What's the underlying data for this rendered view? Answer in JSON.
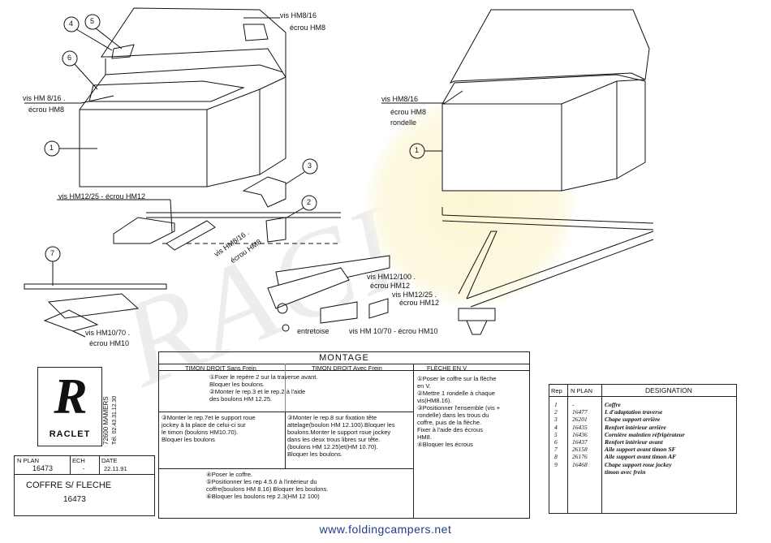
{
  "callouts": {
    "c4": "4",
    "c5": "5",
    "c6": "6",
    "c1a": "1",
    "c3": "3",
    "c2": "2",
    "c7": "7",
    "c1b": "1"
  },
  "labels": {
    "vis_hm8_top": "vis HM8/16",
    "ecrou_hm8_top": "écrou HM8",
    "vis_hm8_left": "vis HM 8/16 .",
    "ecrou_hm8_left": "écrou HM8",
    "vis_hm8_right": "vis HM8/16",
    "ecrou_hm8_right": "écrou HM8",
    "rondelle_right": "rondelle",
    "vis_hm12_25": "vis HM12/25 - écrou HM12",
    "vis_hm8_diag": "vis HM8/16 .",
    "ecrou_hm8_diag": "écrou HM8",
    "vis_hm12_100": "vis HM12/100 .",
    "ecrou_hm12_a": "écrou HM12",
    "vis_hm12_25b": "vis HM12/25 .",
    "ecrou_hm12_b": "écrou HM12",
    "entretoise": "entretoise",
    "vis_hm10_70_right": "vis HM 10/70 - écrou HM10",
    "vis_hm10_70_left": "vis HM10/70 .",
    "ecrou_hm10_left": "écrou HM10"
  },
  "logo": {
    "letter": "R",
    "brand": "RACLET",
    "address": "72600 MAMERS",
    "tel": "Tél. 02.43.31.12.30"
  },
  "titleblock": {
    "nplan_label": "N PLAN",
    "nplan_value": "16473",
    "ech_label": "ECH",
    "ech_value": "-",
    "date_label": "DATE",
    "date_value": "22.11.91",
    "title": "COFFRE S/ FLECHE",
    "number": "16473"
  },
  "montage": {
    "title": "MONTAGE",
    "col1_header": "TIMON DROIT Sans Frein",
    "col2_header": "TIMON DROIT Avec Frein",
    "col3_header": "FLÈCHE EN V",
    "col12_step1": "①Fixer le repère 2 sur la traverse avant.\n    Bloquer les boulons.\n②Monter le rep.3 et le rep.2 à l'aide\n    des boulons HM 12.25.",
    "col1_step3": "③Monter le rep.7et le support roue\njockey à la place de celui-ci sur\nle timon (boulons HM10.70).\nBloquer les boulons",
    "col2_step3": "③Monter le rep.8 sur fixation tête\nattelage(boulon HM 12.100).Bloquer les\nboulons.Monter le support roue jockey\ndans les deux trous libres sur tête.\n(boulons HM 12.25)et(HM 10.70).\n   Bloquer les boulons.",
    "col12_steps": "④Poser le coffre.\n⑤Positionner les rep 4.5.6 à l'intérieur du\n    coffre(boulons HM 8.16) Bloquer les boulons.\n⑥Bloquer les boulons rep 2.3(HM 12 100)",
    "col3_steps": "①Poser le coffre sur la flèche\nen V.\n②Mettre 1 rondelle à chaque\nvis(HM8.16).\n③Positionner l'ensemble (vis +\nrondelle) dans les trous du\ncoffre, puis de la flèche.\n  Fixer à l'aide des écrous\n  HM8.\n④Bloquer les écrous"
  },
  "nomenclature": {
    "headers": [
      "Rep",
      "N PLAN",
      "DESIGNATION"
    ],
    "rows": [
      {
        "rep": "1",
        "plan": "-",
        "designation": "Coffre"
      },
      {
        "rep": "2",
        "plan": "16477",
        "designation": "L d'adaptation traverse"
      },
      {
        "rep": "3",
        "plan": "26201",
        "designation": "Chape support arrière"
      },
      {
        "rep": "4",
        "plan": "16435",
        "designation": "Renfort intérieur arrière"
      },
      {
        "rep": "5",
        "plan": "16436",
        "designation": "Cornière maintien réfrigérateur"
      },
      {
        "rep": "6",
        "plan": "16437",
        "designation": "Renfort intérieur avant"
      },
      {
        "rep": "7",
        "plan": "26158",
        "designation": "Aile support avant timon SF"
      },
      {
        "rep": "8",
        "plan": "26176",
        "designation": "Aile support avant timon AF"
      },
      {
        "rep": "9",
        "plan": "16468",
        "designation": "Chape support roue jockey\n      timon avec frein"
      }
    ]
  },
  "watermark": "RACLET",
  "footer_url": "www.foldingcampers.net"
}
